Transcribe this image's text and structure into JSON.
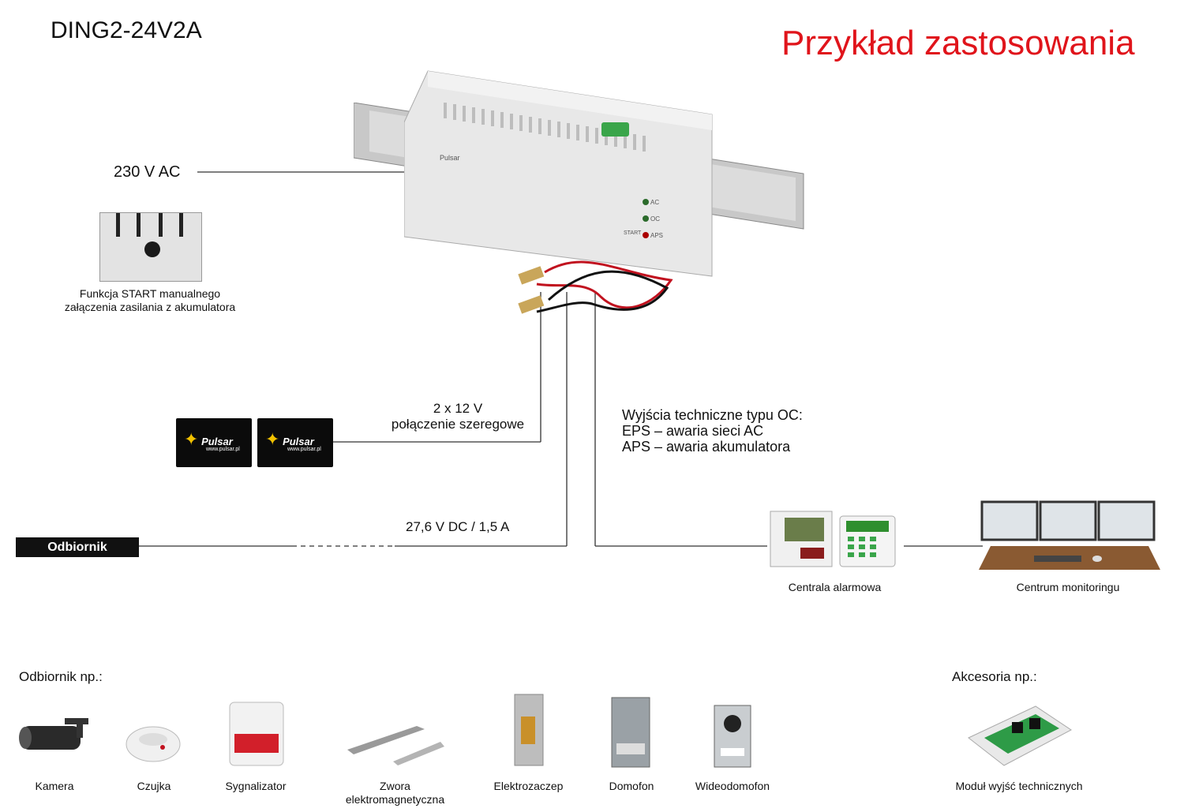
{
  "model": "DING2-24V2A",
  "title": "Przykład zastosowania",
  "input_label": "230 V AC",
  "start_caption": "Funkcja START manualnego\nzałączenia zasilania z akumulatora",
  "battery_label_1": "2 x 12 V",
  "battery_label_2": "połączenie szeregowe",
  "battery_brand": "Pulsar",
  "battery_url": "www.pulsar.pl",
  "oc_title": "Wyjścia techniczne typu OC:",
  "oc_eps": "EPS – awaria sieci AC",
  "oc_aps": "APS – awaria akumulatora",
  "output_label": "27,6 V DC / 1,5 A",
  "receiver_label": "Odbiornik",
  "alarm_label": "Centrala alarmowa",
  "monitoring_label": "Centrum monitoringu",
  "device": {
    "brand": "Pulsar",
    "leds": [
      "AC",
      "OC",
      "APS"
    ],
    "start_label": "START"
  },
  "receivers_heading": "Odbiornik np.:",
  "receivers": [
    "Kamera",
    "Czujka",
    "Sygnalizator",
    "Zwora\nelektromagnetyczna",
    "Elektrozaczep",
    "Domofon",
    "Wideodomofon"
  ],
  "accessories_heading": "Akcesoria np.:",
  "accessories": [
    "Moduł wyjść technicznych"
  ],
  "colors": {
    "title": "#e0141b",
    "line": "#333333",
    "device": "#e6e6e6"
  }
}
